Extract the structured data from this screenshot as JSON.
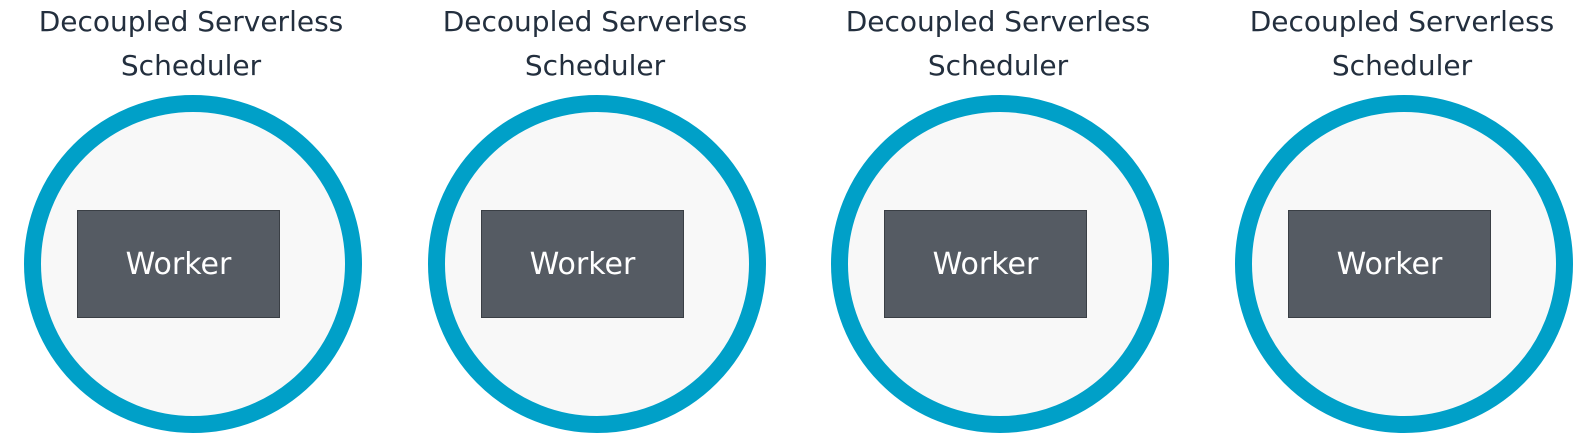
{
  "colors": {
    "ring": "#00a0c8",
    "ring_fill": "#f8f8f8",
    "worker_box": "#555b63",
    "label_text": "#232f3e",
    "worker_text": "#ffffff"
  },
  "units": [
    {
      "title_line1": "Decoupled Serverless",
      "title_line2": "Scheduler",
      "worker_label": "Worker"
    },
    {
      "title_line1": "Decoupled Serverless",
      "title_line2": "Scheduler",
      "worker_label": "Worker"
    },
    {
      "title_line1": "Decoupled Serverless",
      "title_line2": "Scheduler",
      "worker_label": "Worker"
    },
    {
      "title_line1": "Decoupled Serverless",
      "title_line2": "Scheduler",
      "worker_label": "Worker"
    }
  ]
}
